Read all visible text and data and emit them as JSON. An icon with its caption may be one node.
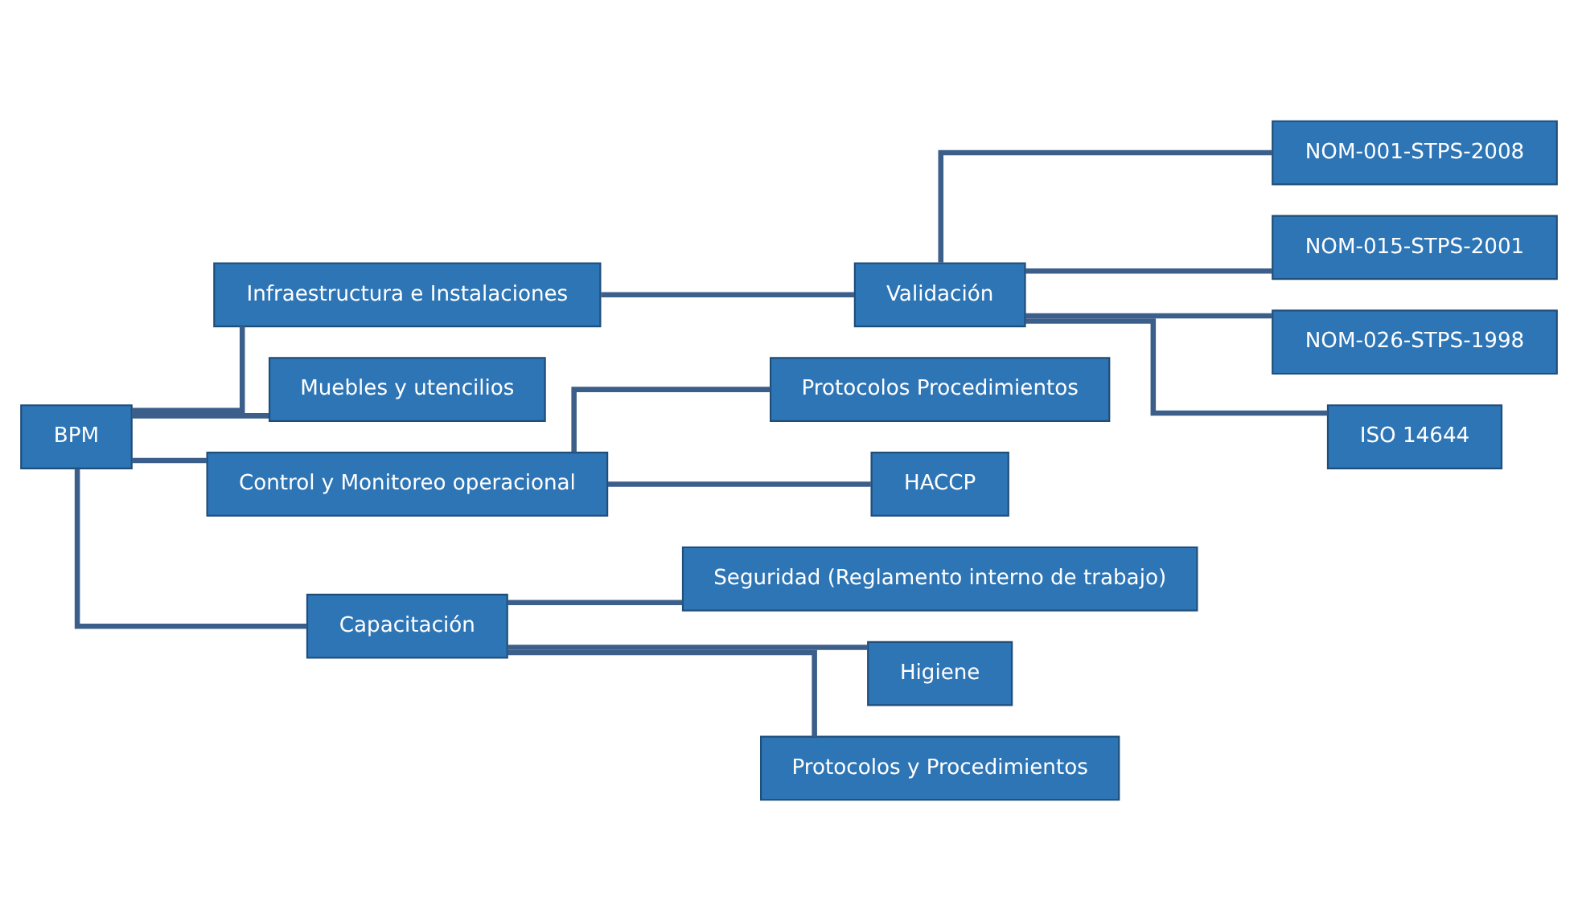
{
  "diagram": {
    "nodes": [
      {
        "text": [
          "BPM"
        ]
      },
      {
        "text": [
          "Infraestructura e Instalaciones"
        ]
      },
      {
        "text": [
          "Validación"
        ]
      },
      {
        "text": [
          "NOM-001-STPS-2008"
        ]
      },
      {
        "text": [
          "NOM-015-STPS-2001"
        ]
      },
      {
        "text": [
          "NOM-026-STPS-1998"
        ]
      },
      {
        "text": [
          "ISO 14644"
        ]
      },
      {
        "text": [
          "Muebles y utencilios"
        ]
      },
      {
        "text": [
          "Control y Monitoreo operacional"
        ]
      },
      {
        "text": [
          "Protocolos Procedimientos"
        ]
      },
      {
        "text": [
          "HACCP"
        ]
      },
      {
        "text": [
          "Capacitación"
        ]
      },
      {
        "text": [
          "Seguridad (Reglamento interno de trabajo)"
        ]
      },
      {
        "text": [
          "Higiene"
        ]
      },
      {
        "text": [
          "Protocolos y Procedimientos"
        ]
      }
    ],
    "edges": [
      {
        "from": 0,
        "to": 1,
        "arrow": "none"
      },
      {
        "from": 1,
        "to": 2,
        "arrow": "none"
      },
      {
        "from": 2,
        "to": 3,
        "arrow": "none"
      },
      {
        "from": 2,
        "to": 4,
        "arrow": "none"
      },
      {
        "from": 2,
        "to": 5,
        "arrow": "none"
      },
      {
        "from": 2,
        "to": 6,
        "arrow": "none"
      },
      {
        "from": 0,
        "to": 7,
        "arrow": "none"
      },
      {
        "from": 0,
        "to": 8,
        "arrow": "none"
      },
      {
        "from": 8,
        "to": 9,
        "arrow": "none"
      },
      {
        "from": 8,
        "to": 10,
        "arrow": "none"
      },
      {
        "from": 0,
        "to": 11,
        "arrow": "none"
      },
      {
        "from": 11,
        "to": 12,
        "arrow": "none"
      },
      {
        "from": 11,
        "to": 13,
        "arrow": "none"
      },
      {
        "from": 11,
        "to": 14,
        "arrow": "none"
      }
    ]
  }
}
